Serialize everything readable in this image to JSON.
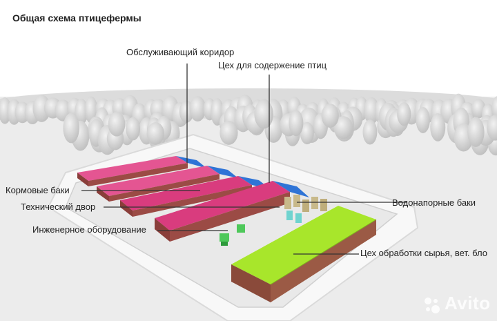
{
  "title": "Общая схема птицефермы",
  "labels": {
    "service_corridor": "Обслуживающий коридор",
    "bird_house": "Цех для содержение птиц",
    "feed_tanks": "Кормовые баки",
    "tech_yard": "Технический двор",
    "eng_equipment": "Инженерное оборудование",
    "water_tanks": "Водонапорные баки",
    "processing": "Цех обработки сырья, вет. бло"
  },
  "watermark": "Avito",
  "colors": {
    "barn_roof": "#d93c7e",
    "barn_roof_light": "#e45592",
    "corridor": "#2f74d6",
    "processing_roof": "#a8e62b",
    "trees": "#d4d4d4",
    "ground": "#ececec",
    "road": "#f7f7f7",
    "equipment": "#4ec85a",
    "tank": "#c8b98a"
  }
}
